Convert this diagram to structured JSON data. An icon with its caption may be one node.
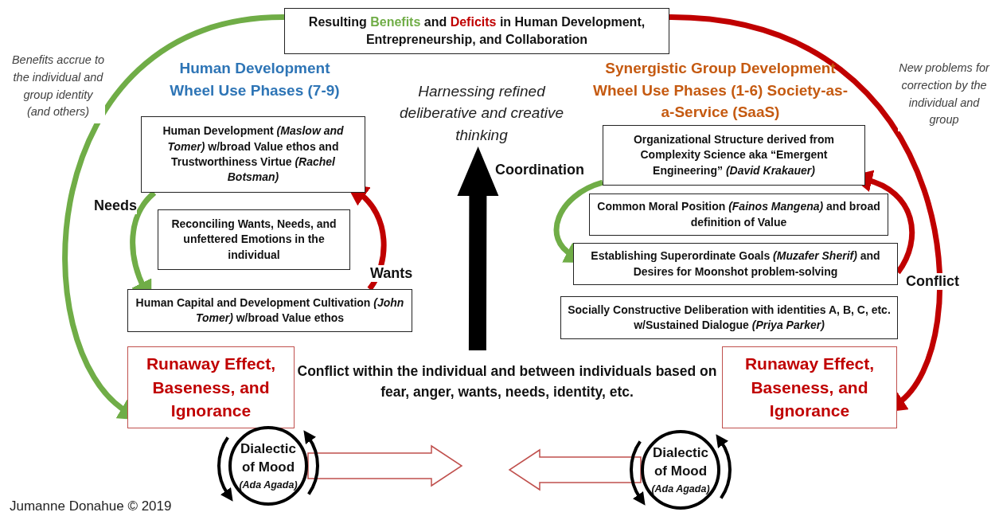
{
  "diagram": {
    "nodes": [
      {
        "text": [
          "Resulting *Benefits* and **Deficits** in Human Development, Entrepreneurship, and Collaboration"
        ]
      },
      {
        "text": [
          "Human Development *(Maslow and Tomer)* w/broad Value ethos and Trustworthiness Virtue *(Rachel Botsman)*"
        ]
      },
      {
        "text": [
          "Harnessing refined deliberative and creative thinking"
        ]
      },
      {
        "text": [
          "Organizational Structure derived from Complexity Science aka “Emergent Engineering” *(David Krakauer)*"
        ]
      },
      {
        "text": [
          "Reconciling Wants, Needs, and unfettered Emotions in the individual"
        ]
      },
      {
        "text": [
          "Common Moral Position *(Fainos Mangena)* and broad definition of Value"
        ]
      },
      {
        "text": [
          "Establishing Superordinate Goals *(Muzafer Sherif)* and Desires for Moonshot problem-solving"
        ]
      },
      {
        "text": [
          "Human Capital and Development Cultivation *(John Tomer)* w/broad Value ethos"
        ]
      },
      {
        "text": [
          "Socially Constructive Deliberation with identities A, B, C, etc. w/Sustained Dialogue *(Priya Parker)*"
        ]
      },
      {
        "text": [
          "Runaway Effect, Baseness, and Ignorance"
        ]
      },
      {
        "text": [
          "Conflict within the individual and between individuals based on fear, anger, wants, needs, identity, etc."
        ]
      },
      {
        "text": [
          "Runaway Effect, Baseness, and Ignorance"
        ]
      },
      {
        "text": [
          "Dialectic of Mood",
          "(Ada Agada)"
        ]
      },
      {
        "text": [
          "Dialectic of Mood",
          "(Ada Agada)"
        ]
      }
    ],
    "edges": [
      {
        "from": 0,
        "to": 9,
        "arrow": "to",
        "label": "Benefits accrue to the individual and group identity (and others)",
        "color": "#70ad47"
      },
      {
        "from": 0,
        "to": 11,
        "arrow": "to",
        "label": "New problems for correction by the individual and group",
        "color": "#c00000"
      },
      {
        "from": 1,
        "to": 7,
        "arrow": "to",
        "label": "Needs",
        "color": "#70ad47"
      },
      {
        "from": 7,
        "to": 1,
        "arrow": "to",
        "label": "Wants",
        "color": "#c00000"
      },
      {
        "from": 3,
        "to": 6,
        "arrow": "to",
        "label": "Coordination",
        "color": "#70ad47"
      },
      {
        "from": 6,
        "to": 3,
        "arrow": "to",
        "label": "Conflict",
        "color": "#c00000"
      },
      {
        "from": 10,
        "to": 2,
        "arrow": "to",
        "style": "thick",
        "color": "#000000"
      },
      {
        "from": 12,
        "to": null,
        "arrow": "to",
        "style": "thick",
        "color": "#c0504d"
      },
      {
        "from": 13,
        "to": null,
        "arrow": "to",
        "style": "thick",
        "color": "#c0504d"
      }
    ],
    "labels": [
      "Human Development Wheel Use Phases (7-9)",
      "Synergistic Group Development Wheel Use Phases (1-6) Society-as-a-Service (SaaS)",
      "Jumanne Donahue © 2019"
    ]
  }
}
